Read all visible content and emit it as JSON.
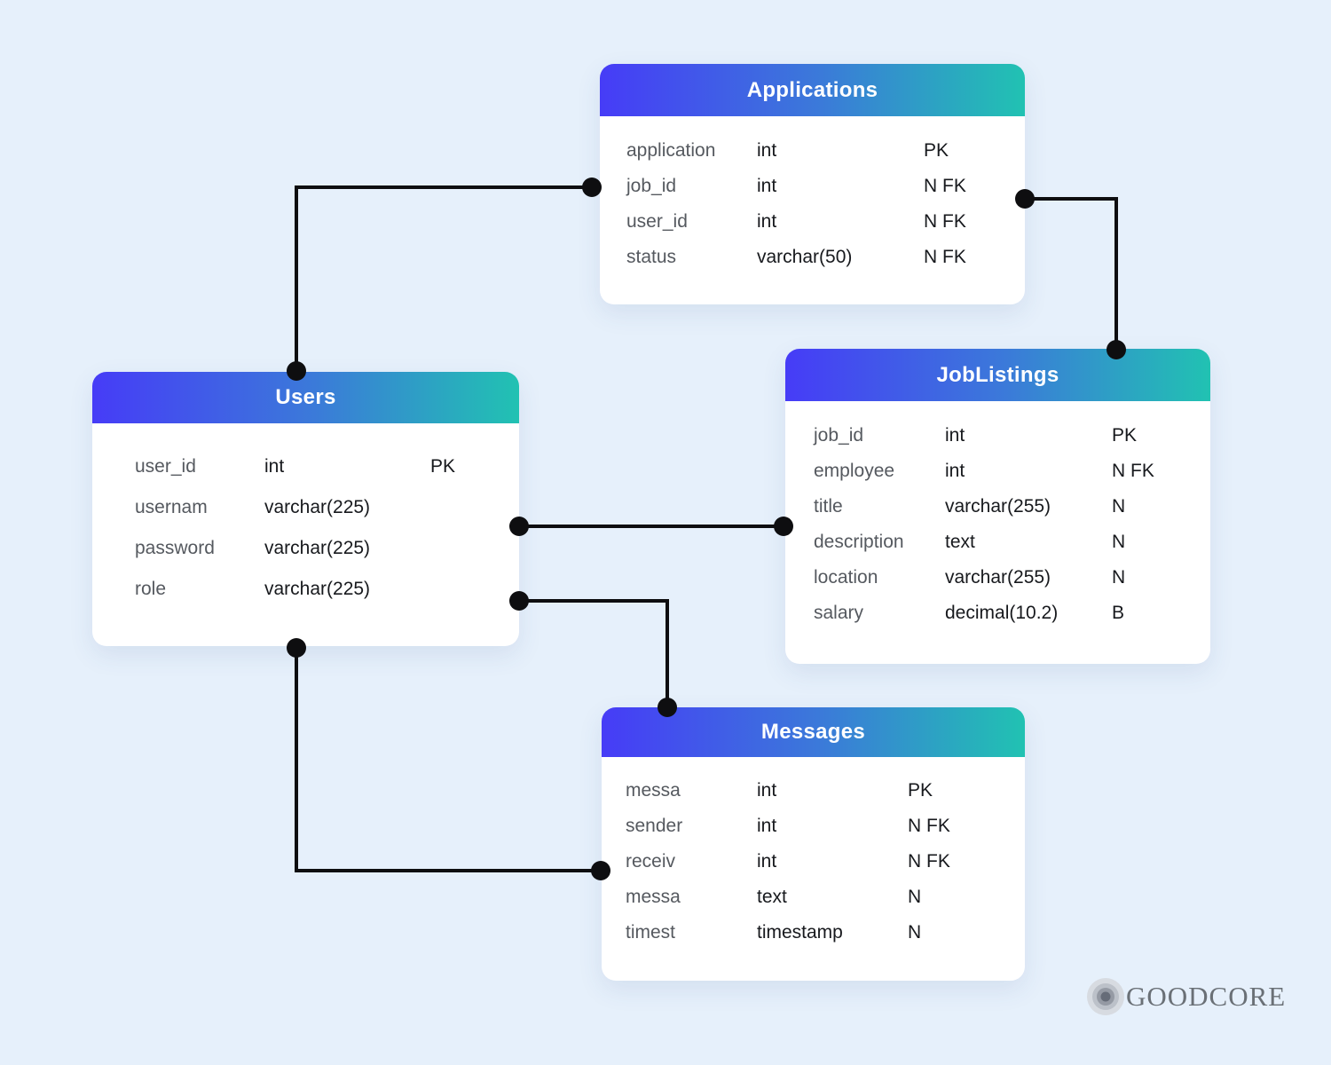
{
  "diagram": {
    "kind": "entity-relationship-diagram",
    "background_color": "#e6f0fb",
    "header_gradient": {
      "from": "#463cf7",
      "to": "#21c2b2"
    },
    "connector_color": "#0e0e10"
  },
  "tables": [
    {
      "title": "Applications",
      "fields": [
        {
          "name": "application",
          "type": "int",
          "key": "PK"
        },
        {
          "name": "job_id",
          "type": "int",
          "key": "N FK"
        },
        {
          "name": "user_id",
          "type": "int",
          "key": "N FK"
        },
        {
          "name": "status",
          "type": "varchar(50)",
          "key": "N FK"
        }
      ]
    },
    {
      "title": "Users",
      "fields": [
        {
          "name": "user_id",
          "type": "int",
          "key": "PK"
        },
        {
          "name": "usernam",
          "type": "varchar(225)",
          "key": ""
        },
        {
          "name": "password",
          "type": "varchar(225)",
          "key": ""
        },
        {
          "name": "role",
          "type": "varchar(225)",
          "key": ""
        }
      ]
    },
    {
      "title": "JobListings",
      "fields": [
        {
          "name": "job_id",
          "type": "int",
          "key": "PK"
        },
        {
          "name": "employee",
          "type": "int",
          "key": "N FK"
        },
        {
          "name": "title",
          "type": "varchar(255)",
          "key": "N"
        },
        {
          "name": "description",
          "type": "text",
          "key": "N"
        },
        {
          "name": "location",
          "type": "varchar(255)",
          "key": "N"
        },
        {
          "name": "salary",
          "type": "decimal(10.2)",
          "key": "B"
        }
      ]
    },
    {
      "title": "Messages",
      "fields": [
        {
          "name": "messa",
          "type": "int",
          "key": "PK"
        },
        {
          "name": "sender",
          "type": "int",
          "key": "N FK"
        },
        {
          "name": "receiv",
          "type": "int",
          "key": "N FK"
        },
        {
          "name": "messa",
          "type": "text",
          "key": "N"
        },
        {
          "name": "timest",
          "type": "timestamp",
          "key": "N"
        }
      ]
    }
  ],
  "relationships": [
    {
      "from": "Users",
      "to": "Applications"
    },
    {
      "from": "Applications",
      "to": "JobListings"
    },
    {
      "from": "Users",
      "to": "JobListings"
    },
    {
      "from": "Users",
      "to": "Messages"
    },
    {
      "from": "Users",
      "to": "Messages"
    }
  ],
  "logo": {
    "text": "GOODCORE"
  }
}
